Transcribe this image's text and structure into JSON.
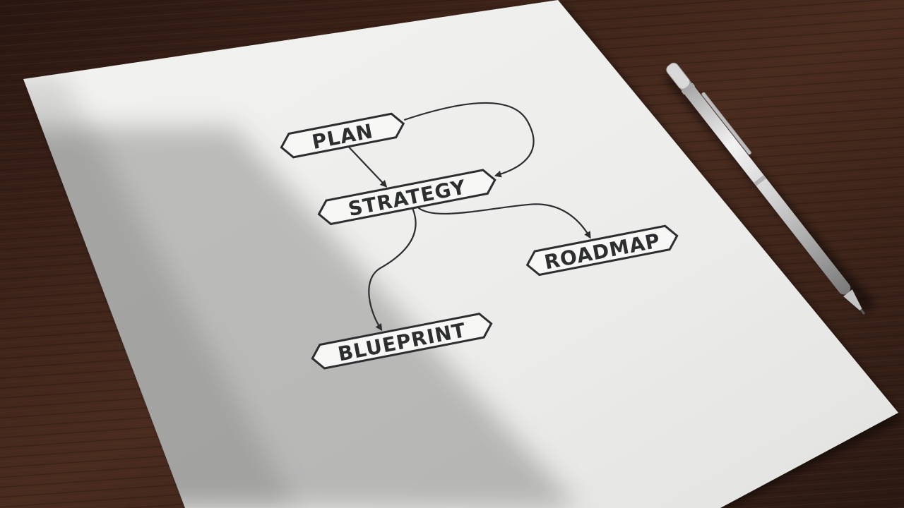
{
  "diagram": {
    "nodes": {
      "plan": "PLAN",
      "strategy": "STRATEGY",
      "blueprint": "BLUEPRINT",
      "roadmap": "ROADMAP"
    },
    "edges": [
      {
        "from": "PLAN",
        "to": "STRATEGY"
      },
      {
        "from": "PLAN",
        "to": "STRATEGY"
      },
      {
        "from": "STRATEGY",
        "to": "BLUEPRINT"
      },
      {
        "from": "STRATEGY",
        "to": "ROADMAP"
      }
    ]
  },
  "colors": {
    "desk": "#3a2218",
    "paper": "#f4f4f2",
    "ink": "#2c2e30",
    "pen": "#c9c9c9"
  }
}
